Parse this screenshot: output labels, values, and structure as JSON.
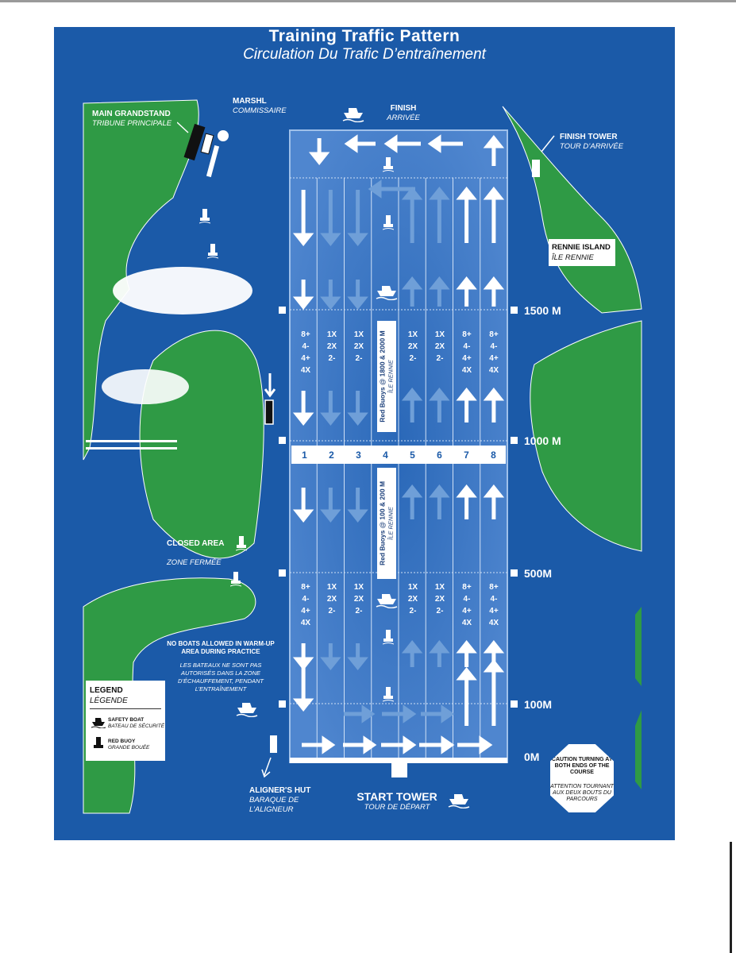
{
  "title": "Training Traffic Pattern",
  "subtitle": "Circulation Du Trafic D’entraînement",
  "labels": {
    "finish_en": "FINISH",
    "finish_fr": "ARRIVÉE",
    "marshal_en": "MARSHL",
    "marshal_fr": "COMMISSAIRE",
    "grandstand_en": "MAIN GRANDSTAND",
    "grandstand_fr": "TRIBUNE PRINCIPALE",
    "finish_tower_en": "FINISH TOWER",
    "finish_tower_fr": "TOUR D’ARRIVÉE",
    "rennie_en": "RENNIE ISLAND",
    "rennie_fr": "ÎLE RENNIE",
    "closed_en": "CLOSED AREA",
    "closed_fr": "ZONE FERMÉE",
    "noboats_en": "NO BOATS ALLOWED IN WARM-UP AREA DURING PRACTICE",
    "noboats_fr": "LES BATEAUX NE SONT PAS AUTORISÉS DANS LA ZONE D’ÉCHAUFFEMENT, PENDANT L’ENTRAÎNEMENT",
    "aligner_en": "ALIGNER'S HUT",
    "aligner_fr": "BARAQUE DE L’ALIGNEUR",
    "start_en": "START TOWER",
    "start_fr": "TOUR DE DÉPART"
  },
  "distances": [
    "1500 M",
    "1000 M",
    "500M",
    "100M",
    "0M"
  ],
  "lanes": [
    "1",
    "2",
    "3",
    "4",
    "5",
    "6",
    "7",
    "8"
  ],
  "crew_upper": [
    [
      "8+",
      "4-",
      "4+",
      "4X"
    ],
    [
      "1X",
      "2X",
      "2-"
    ],
    [
      "1X",
      "2X",
      "2-"
    ],
    [],
    [
      "1X",
      "2X",
      "2-"
    ],
    [
      "1X",
      "2X",
      "2-"
    ],
    [
      "8+",
      "4-",
      "4+",
      "4X"
    ],
    [
      "8+",
      "4-",
      "4+",
      "4X"
    ]
  ],
  "crew_lower": [
    [
      "8+",
      "4-",
      "4+",
      "4X"
    ],
    [
      "1X",
      "2X",
      "2-"
    ],
    [
      "1X",
      "2X",
      "2-"
    ],
    [],
    [
      "1X",
      "2X",
      "2-"
    ],
    [
      "1X",
      "2X",
      "2-"
    ],
    [
      "8+",
      "4-",
      "4+",
      "4X"
    ],
    [
      "8+",
      "4-",
      "4+",
      "4X"
    ]
  ],
  "buoy_notes": {
    "upper_en": "Red Buoys @ 1800 & 2000 M",
    "upper_fr": "ÎLE RENNIE",
    "lower_en": "Red Buoys @ 100 & 200 M",
    "lower_fr": "ÎLE RENNIE"
  },
  "legend": {
    "title_en": "LEGEND",
    "title_fr": "LÉGENDE",
    "safety_en": "SAFETY BOAT",
    "safety_fr": "BATEAU DE SÉCURITÉ",
    "buoy_en": "RED BUOY",
    "buoy_fr": "GRANDE BOUÉE"
  },
  "caution": {
    "en": "CAUTION TURNING AT BOTH ENDS OF THE COURSE",
    "fr": "ATTENTION TOURNANT AUX DEUX BOUTS DU PARCOURS"
  },
  "colors": {
    "water": "#1b5aa8",
    "land": "#2f9a45",
    "course": "#2e6dc0",
    "arrow": "#ffffff",
    "arrow_faded": "#6f9fd8"
  }
}
